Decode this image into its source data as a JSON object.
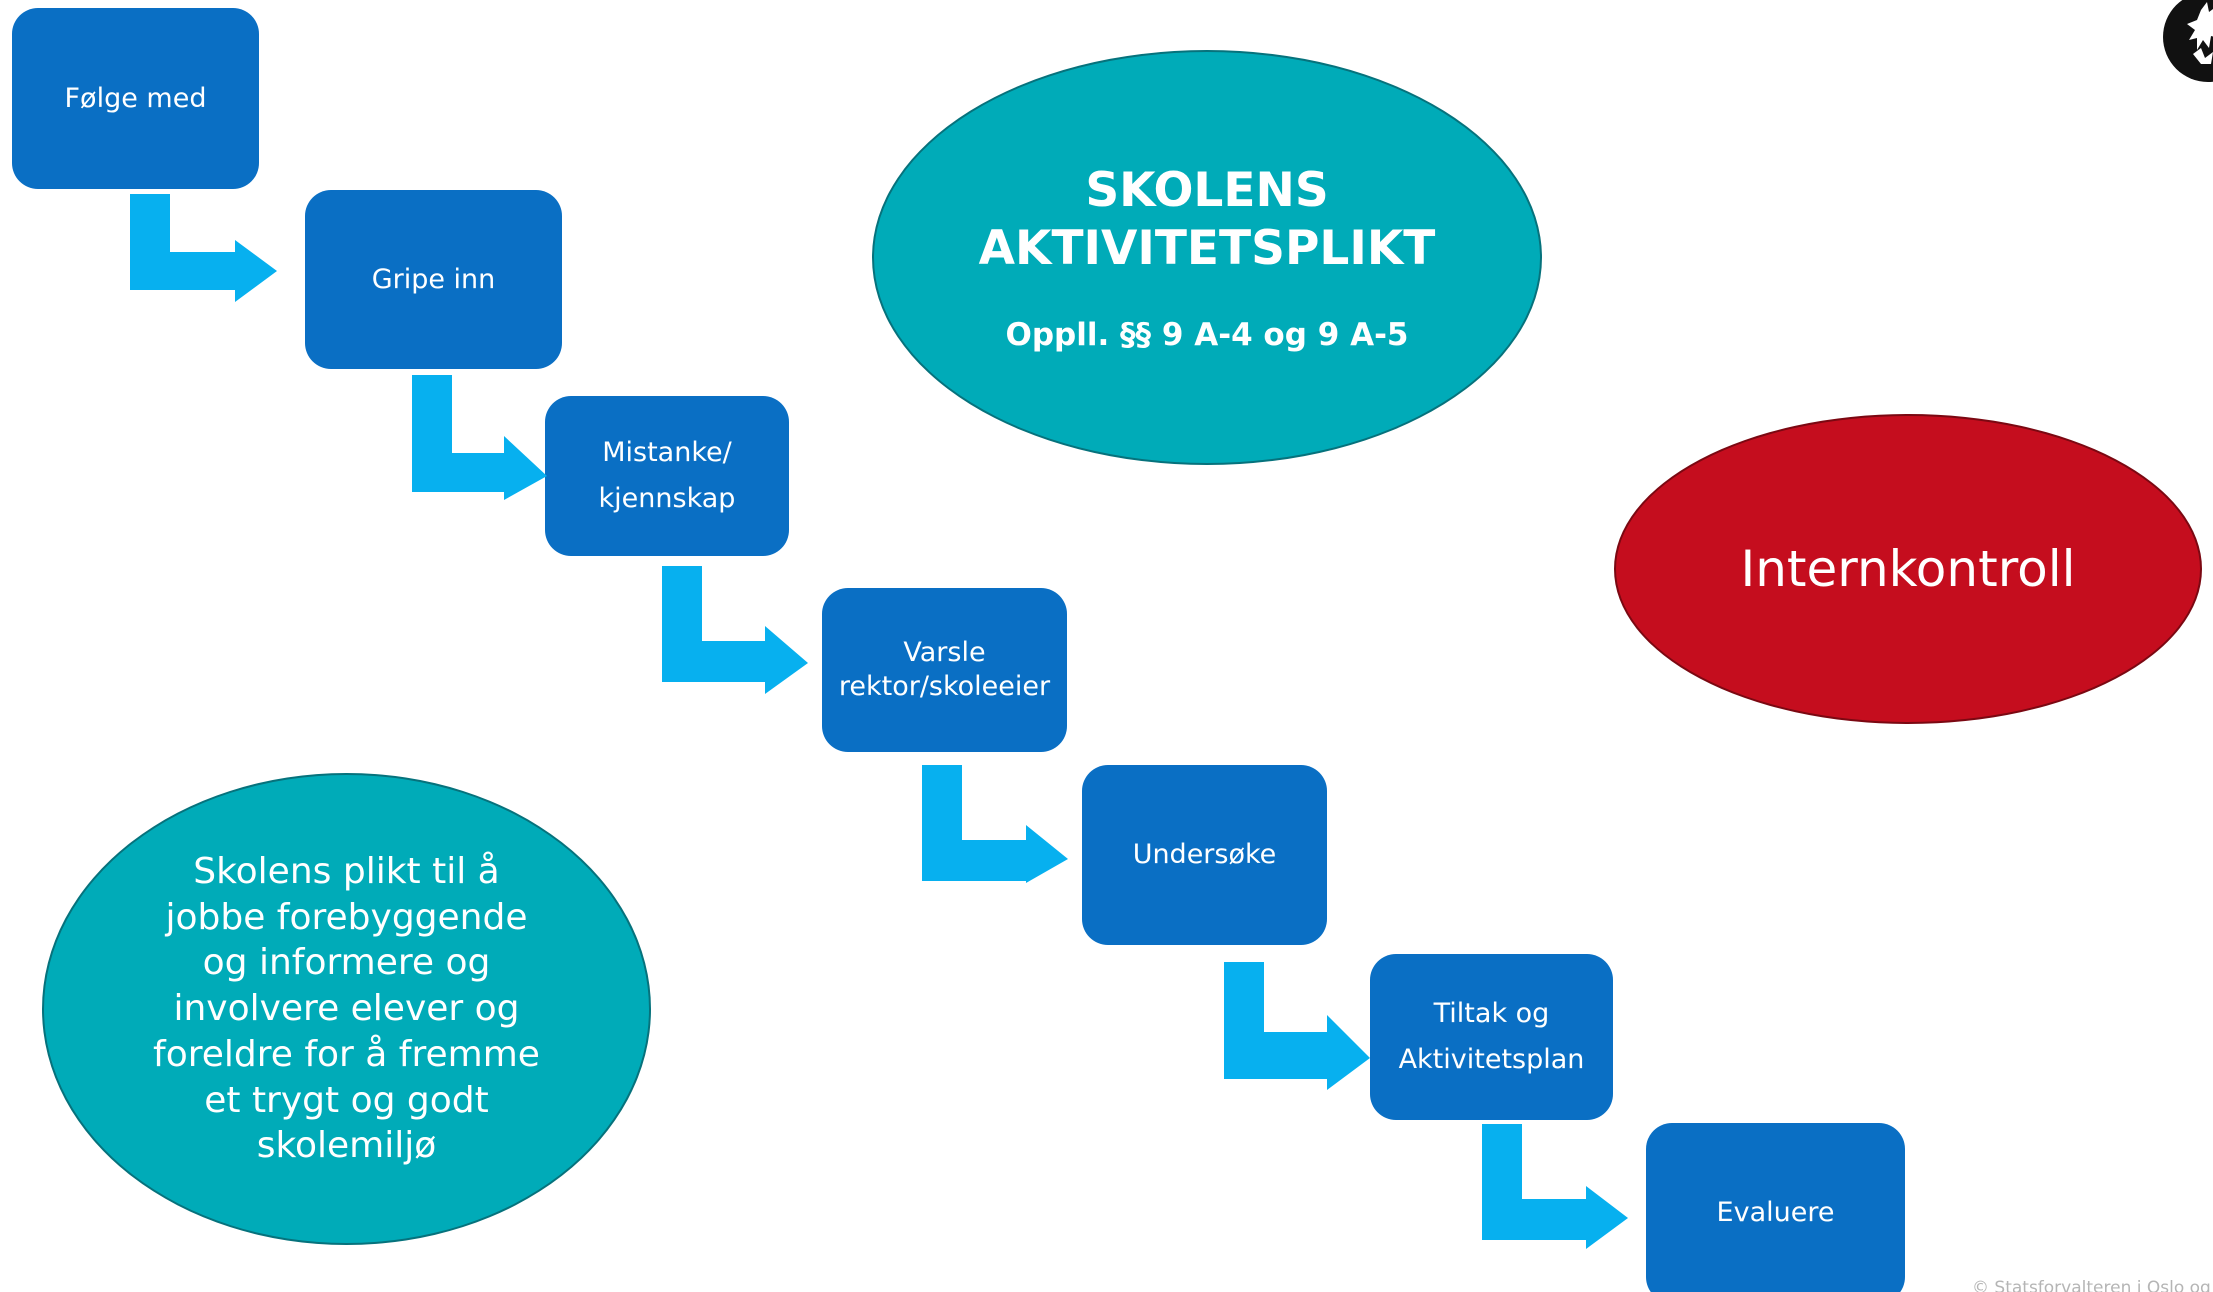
{
  "steps": [
    {
      "label": "Følge med"
    },
    {
      "label": "Gripe inn"
    },
    {
      "label": "Mistanke/\nkjennskap"
    },
    {
      "label": "Varsle\nrektor/skoleeier"
    },
    {
      "label": "Undersøke"
    },
    {
      "label": "Tiltak og\nAktivitetsplan"
    },
    {
      "label": "Evaluere"
    }
  ],
  "duty_ellipse": {
    "title": "SKOLENS\nAKTIVITETSPLIKT",
    "reference": "Oppll. §§ 9 A-4 og 9 A-5"
  },
  "internal_control_ellipse": {
    "label": "Internkontroll"
  },
  "prevention_ellipse": {
    "text": "Skolens plikt til å\njobbe forebyggende\nog informere og\ninvolvere elever og\nforeldre for å fremme\net trygt og godt\nskolemiljø"
  },
  "footer": {
    "copyright": "© Statsforvalteren i Oslo og Viken"
  },
  "colors": {
    "step_box": "#0a6fc4",
    "arrow": "#07b0ef",
    "teal_ellipse": "#00abb8",
    "red_ellipse": "#c50d1e"
  }
}
